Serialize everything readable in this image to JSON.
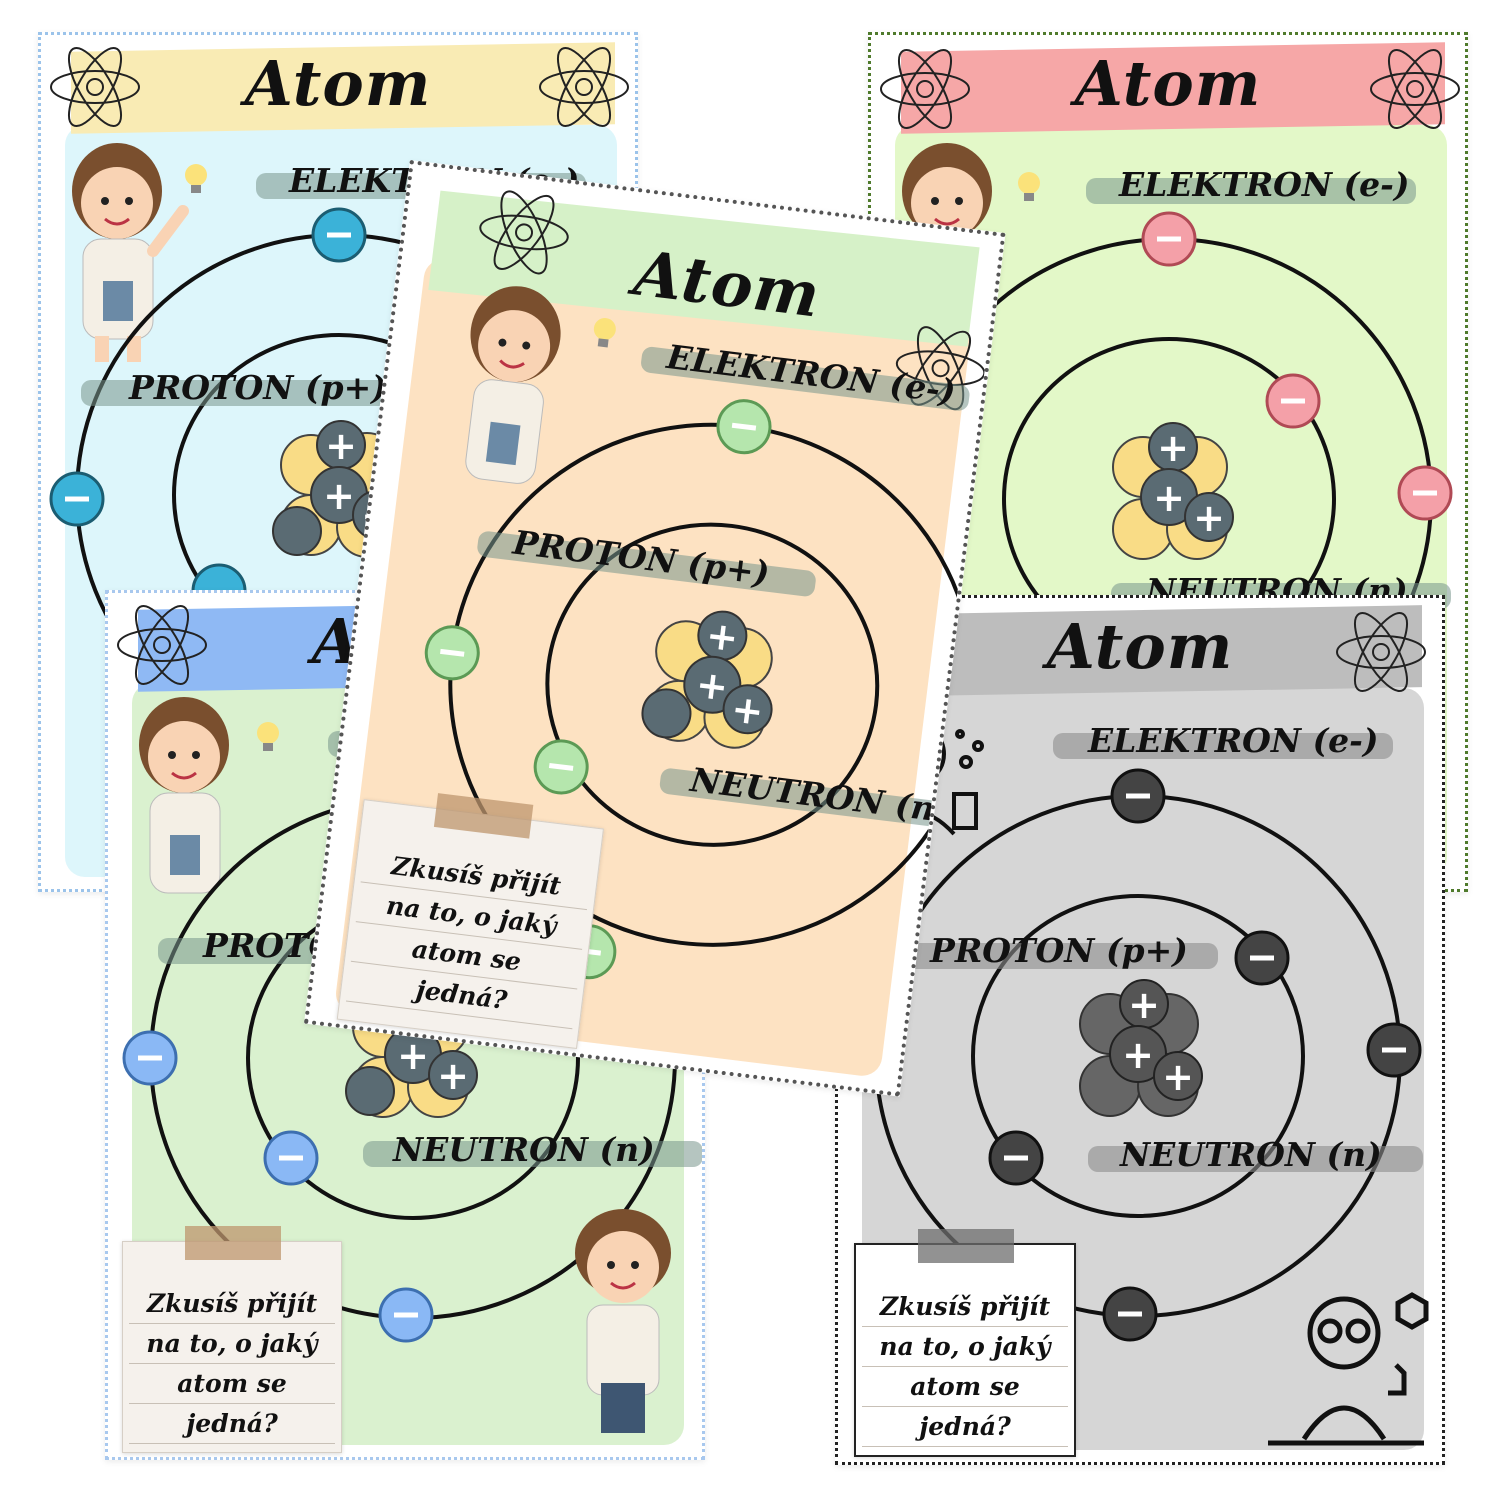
{
  "poster": {
    "title": "Atom",
    "electron_label": "ELEKTRON (e-)",
    "proton_label": "PROTON (p+)",
    "neutron_label": "NEUTRON (n)",
    "note_lines": [
      "Zkusíš přijít",
      "na to, o jaký",
      "atom se",
      "jedná?"
    ],
    "electron_symbol": "−",
    "proton_symbol": "+"
  },
  "variants": [
    {
      "name": "blue",
      "title_band": "#f9ebb4",
      "background": "#ddf6fb",
      "electron": "#3bb2d8"
    },
    {
      "name": "green",
      "title_band": "#f6a7a7",
      "background": "#e3f8c8",
      "electron": "#f4a0a8"
    },
    {
      "name": "lblue",
      "title_band": "#8fb9f4",
      "background": "#daf1cf",
      "electron": "#8ab8f5"
    },
    {
      "name": "gray",
      "title_band": "#bdbdbd",
      "background": "#d6d6d6",
      "electron": "#444444"
    },
    {
      "name": "orange",
      "title_band": "#d6f1c8",
      "background": "#fde2c2",
      "electron": "#b5e6ad"
    }
  ],
  "icons": {
    "atom": "atom-icon",
    "scientist": "scientist-girl-icon",
    "bulb": "lightbulb-icon",
    "tape": "tape-icon"
  }
}
